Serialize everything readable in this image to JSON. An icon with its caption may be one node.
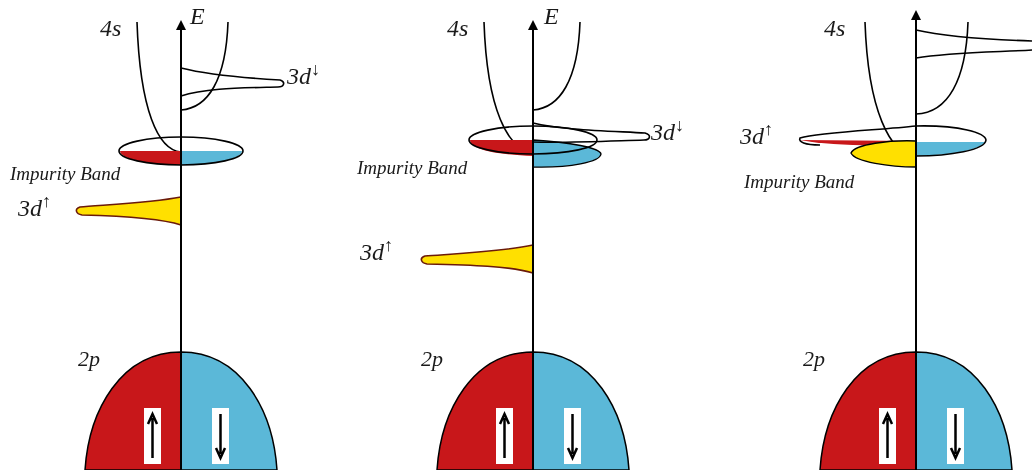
{
  "diagram": {
    "labels": [
      "E",
      "4s",
      "3d$^{↓}$",
      "Impurity Band",
      "3d$^{↑}$",
      "2p",
      "E",
      "4s",
      "3d$^{↓}$",
      "Impurity Band",
      "3d$^{↑}$",
      "2p",
      "4s",
      "3d$^{↑}$",
      "Impurity Band",
      "2p"
    ]
  }
}
